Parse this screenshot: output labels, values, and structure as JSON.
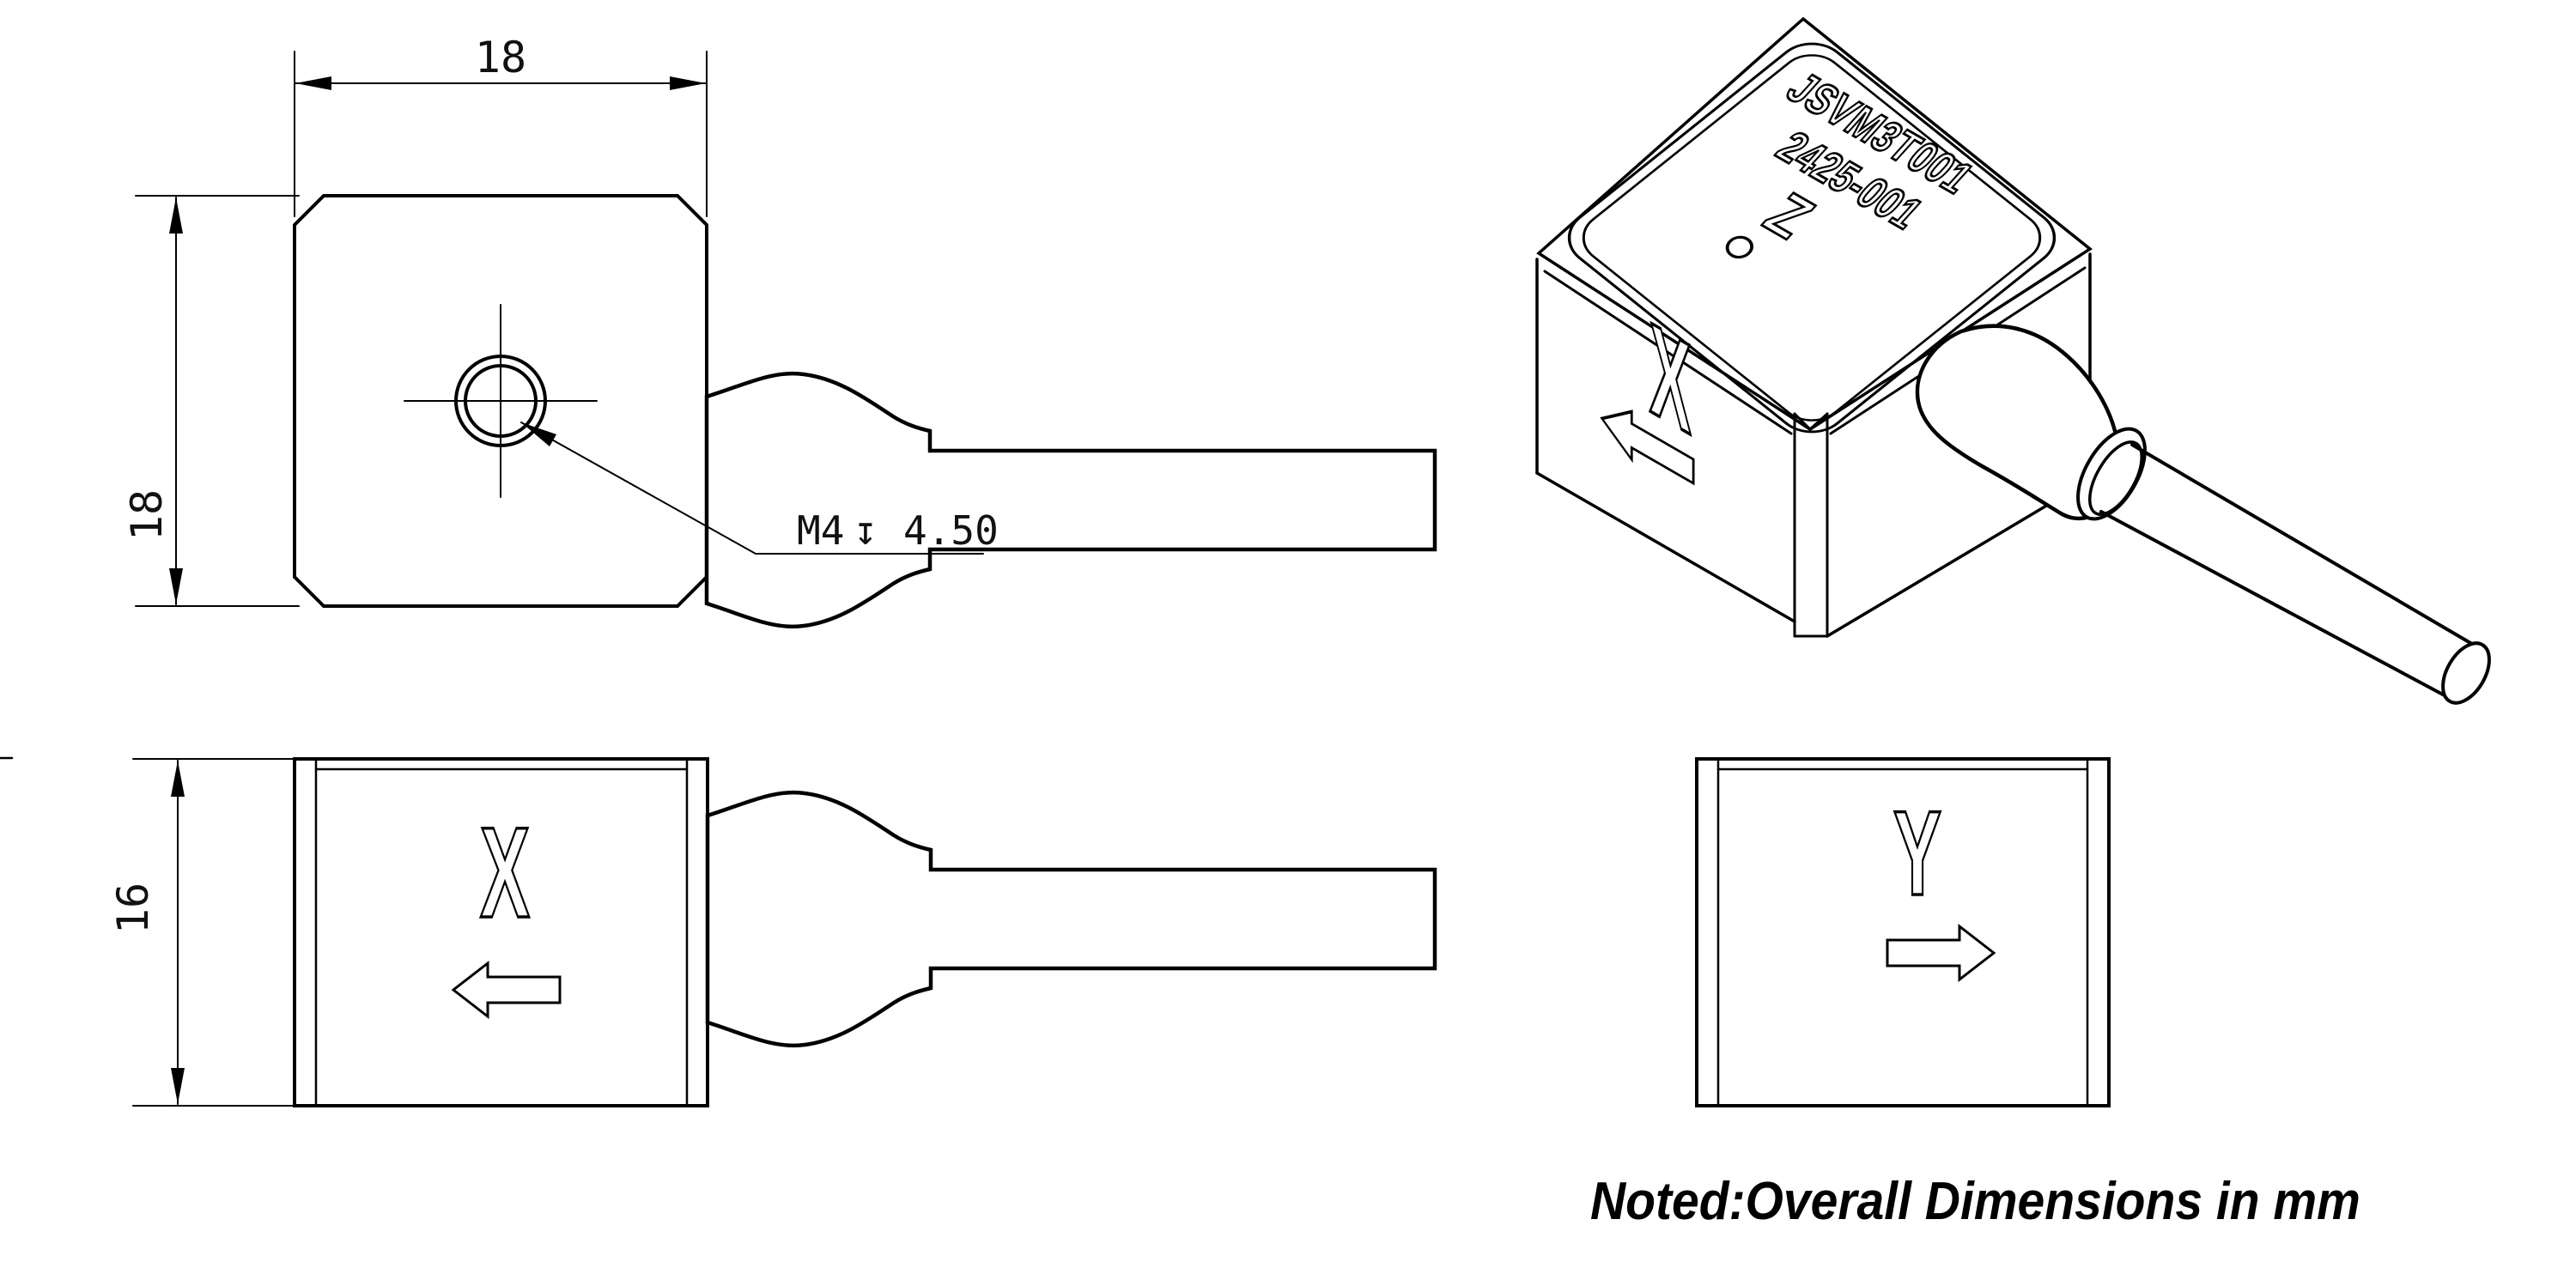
{
  "drawing": {
    "note": "Noted:Overall Dimensions in mm",
    "colors": {
      "line": "#000000",
      "background": "#ffffff"
    },
    "views": {
      "top": {
        "dim_width": "18",
        "dim_height": "18",
        "thread_label": "M4",
        "depth_symbol": "↧",
        "depth_value": "4.50"
      },
      "side_x": {
        "dim_height": "16",
        "axis_label": "X"
      },
      "side_y": {
        "axis_label": "Y"
      },
      "iso": {
        "engraving_line1": "JSVM3T001",
        "engraving_line2": "2425-001",
        "engraving_line3": "Z",
        "x_face_label": "X"
      }
    }
  }
}
